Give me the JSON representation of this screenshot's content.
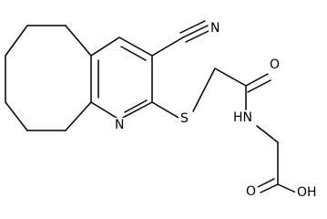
{
  "molecule": {
    "atoms": {
      "nitrile_n": "N",
      "ring_n": "N",
      "sulfur": "S",
      "amide_o": "O",
      "amide_nh": "HN",
      "acid_o": "O",
      "acid_oh": "OH"
    }
  }
}
